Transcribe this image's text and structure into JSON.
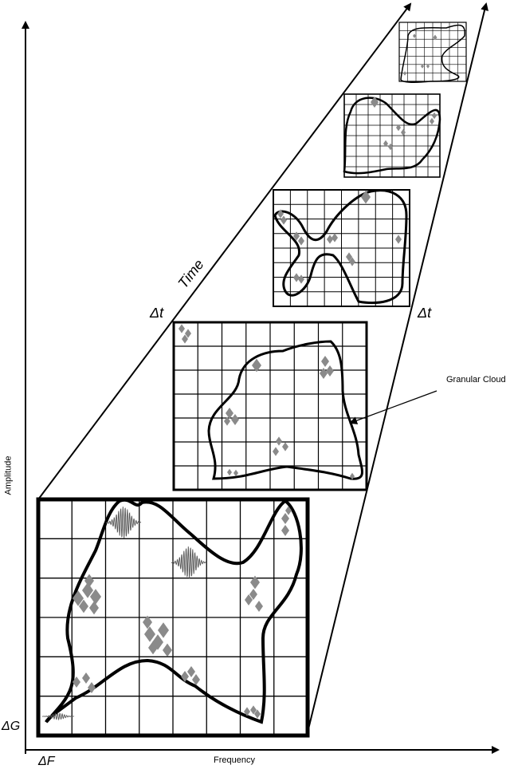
{
  "labels": {
    "amplitude": "Amplitude",
    "frequency": "Frequency",
    "time": "Time",
    "delta_t_left": "Δt",
    "delta_t_right": "Δt",
    "delta_g": "ΔG",
    "delta_f": "ΔF",
    "granular_cloud": "Granular Cloud"
  },
  "grid_frames": [
    {
      "name": "frame-1",
      "cols": 8,
      "rows": 6
    },
    {
      "name": "frame-2",
      "cols": 8,
      "rows": 7
    },
    {
      "name": "frame-3",
      "cols": 8,
      "rows": 8
    },
    {
      "name": "frame-4",
      "cols": 8,
      "rows": 8
    },
    {
      "name": "frame-5",
      "cols": 8,
      "rows": 7
    }
  ],
  "colors": {
    "line": "#000000",
    "grain": "#8a8a8a",
    "background": "#ffffff"
  }
}
